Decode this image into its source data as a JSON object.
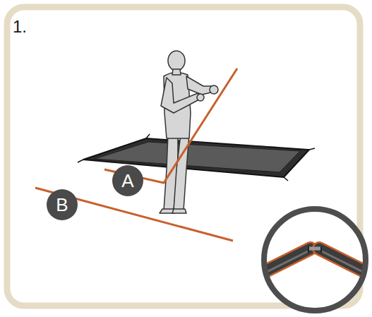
{
  "diagram": {
    "labels": [
      "1.",
      "A",
      "B"
    ]
  }
}
